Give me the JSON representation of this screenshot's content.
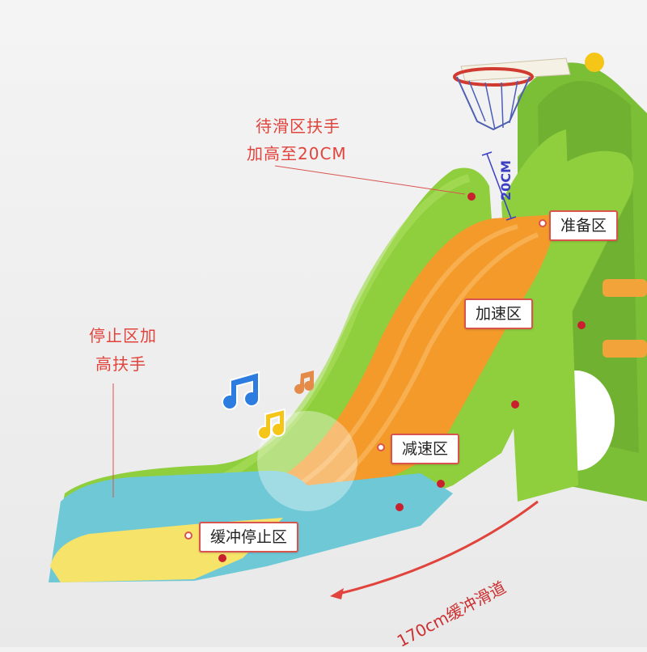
{
  "annotations": {
    "waiting_rail_line1": "待滑区扶手",
    "waiting_rail_line2": "加高至20CM",
    "stop_rail_line1": "停止区加",
    "stop_rail_line2": "高扶手",
    "dimension": "20CM",
    "zone_ready": "准备区",
    "zone_accelerate": "加速区",
    "zone_decelerate": "减速区",
    "zone_buffer_stop": "缓冲停止区",
    "runout": "170cm缓冲滑道"
  },
  "colors": {
    "slide_green": "#8fcf3e",
    "slide_orange": "#f39a2a",
    "slide_blue": "#6fc8d6",
    "slide_yellow": "#f5e36a",
    "accent_red": "#d9534f"
  }
}
